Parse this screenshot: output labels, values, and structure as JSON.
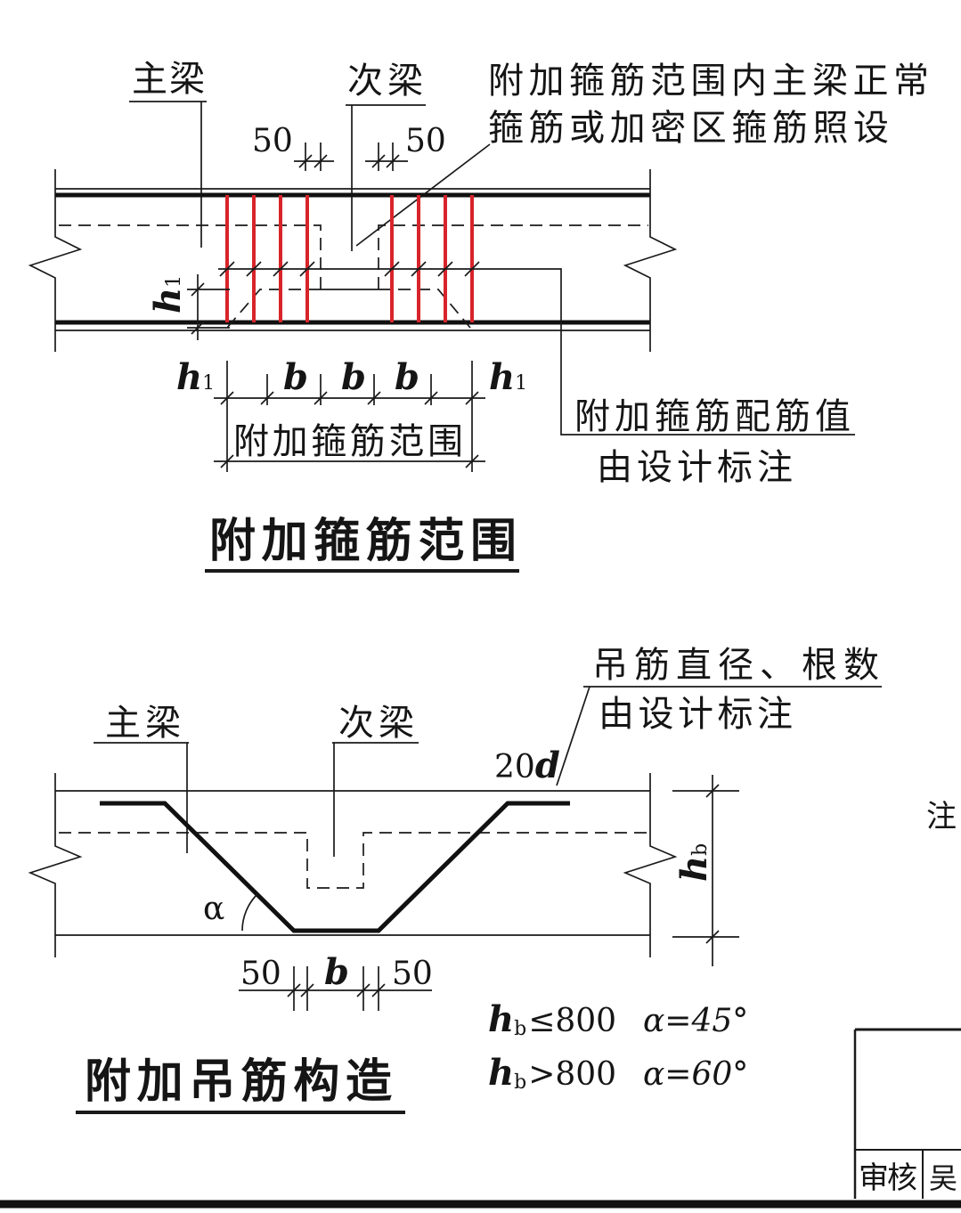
{
  "stirrup_diagram": {
    "main_beam_label": "主梁",
    "secondary_beam_label": "次梁",
    "note_line_1": "附加箍筋范围内主梁正常",
    "note_line_2": "箍筋或加密区箍筋照设",
    "spacing_left": "50",
    "spacing_right": "50",
    "h1_symbol": "h",
    "h1_subscript": "1",
    "width_symbol": "b",
    "range_label": "附加箍筋范围",
    "reinforcement_note_line_1": "附加箍筋配筋值",
    "reinforcement_note_line_2": "由设计标注",
    "title": "附加箍筋范围",
    "stirrup_color": "#d8242a"
  },
  "hanger_diagram": {
    "note_line_1": "吊筋直径、根数",
    "note_line_2": "由设计标注",
    "main_beam_label": "主梁",
    "secondary_beam_label": "次梁",
    "anchorage_length_number": "20",
    "anchorage_length_symbol": "d",
    "angle_symbol": "α",
    "beam_height_symbol": "h",
    "beam_height_subscript": "b",
    "spacing_left": "50",
    "width_symbol": "b",
    "spacing_right": "50",
    "rules": [
      {
        "condition": "≤800",
        "angle": "α=45°"
      },
      {
        "condition": ">800",
        "angle": "α=60°"
      }
    ],
    "title": "附加吊筋构造"
  },
  "side_note_label": "注",
  "title_block": {
    "reviewer_label": "审核",
    "reviewer_name_partial": "吴"
  }
}
